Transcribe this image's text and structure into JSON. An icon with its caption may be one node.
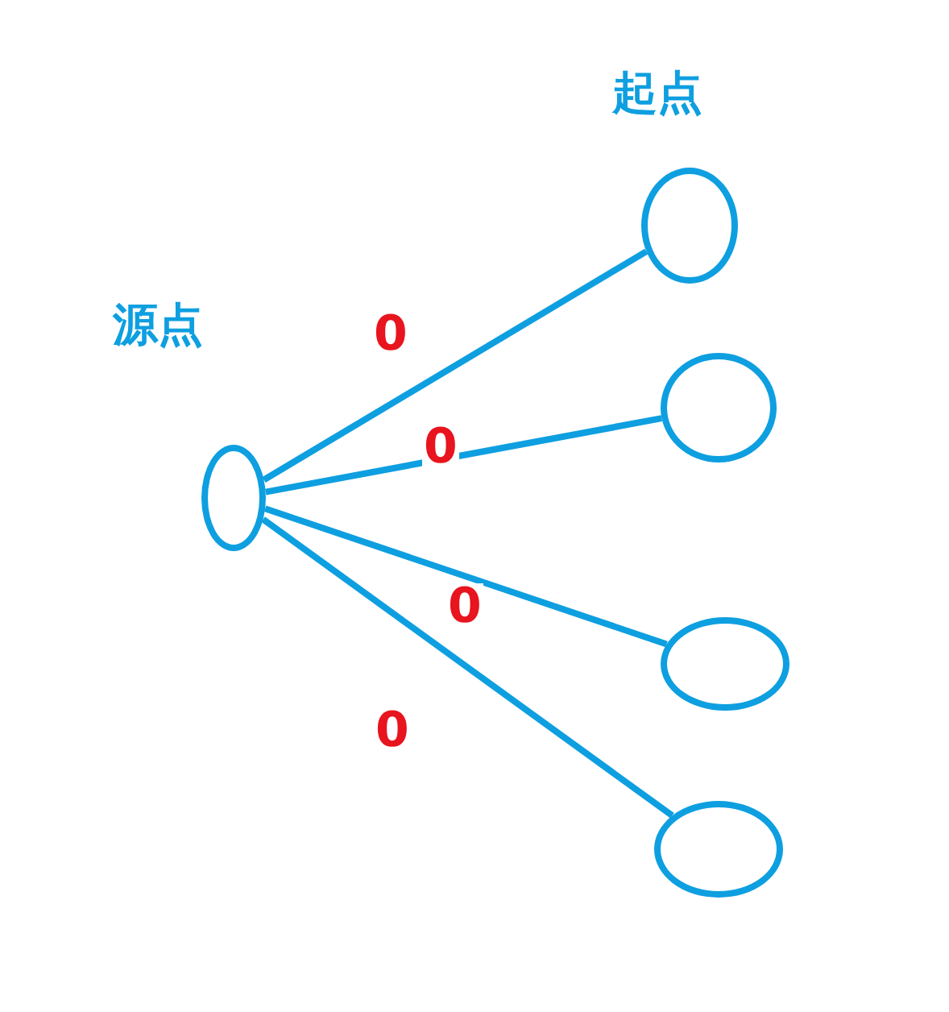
{
  "diagram": {
    "nodes": [
      {
        "text": [
          "源点"
        ]
      },
      {
        "text": [],
        "shape": "circle"
      },
      {
        "text": [],
        "shape": "circle"
      },
      {
        "text": [],
        "shape": "circle"
      },
      {
        "text": [],
        "shape": "circle"
      }
    ],
    "edges": [
      {
        "from": 0,
        "to": 1,
        "arrow": "none",
        "label": "0"
      },
      {
        "from": 0,
        "to": 2,
        "arrow": "none",
        "label": "0"
      },
      {
        "from": 0,
        "to": 3,
        "arrow": "none",
        "label": "0"
      },
      {
        "from": 0,
        "to": 4,
        "arrow": "none",
        "label": "0"
      }
    ],
    "labels": [
      "起点"
    ]
  }
}
